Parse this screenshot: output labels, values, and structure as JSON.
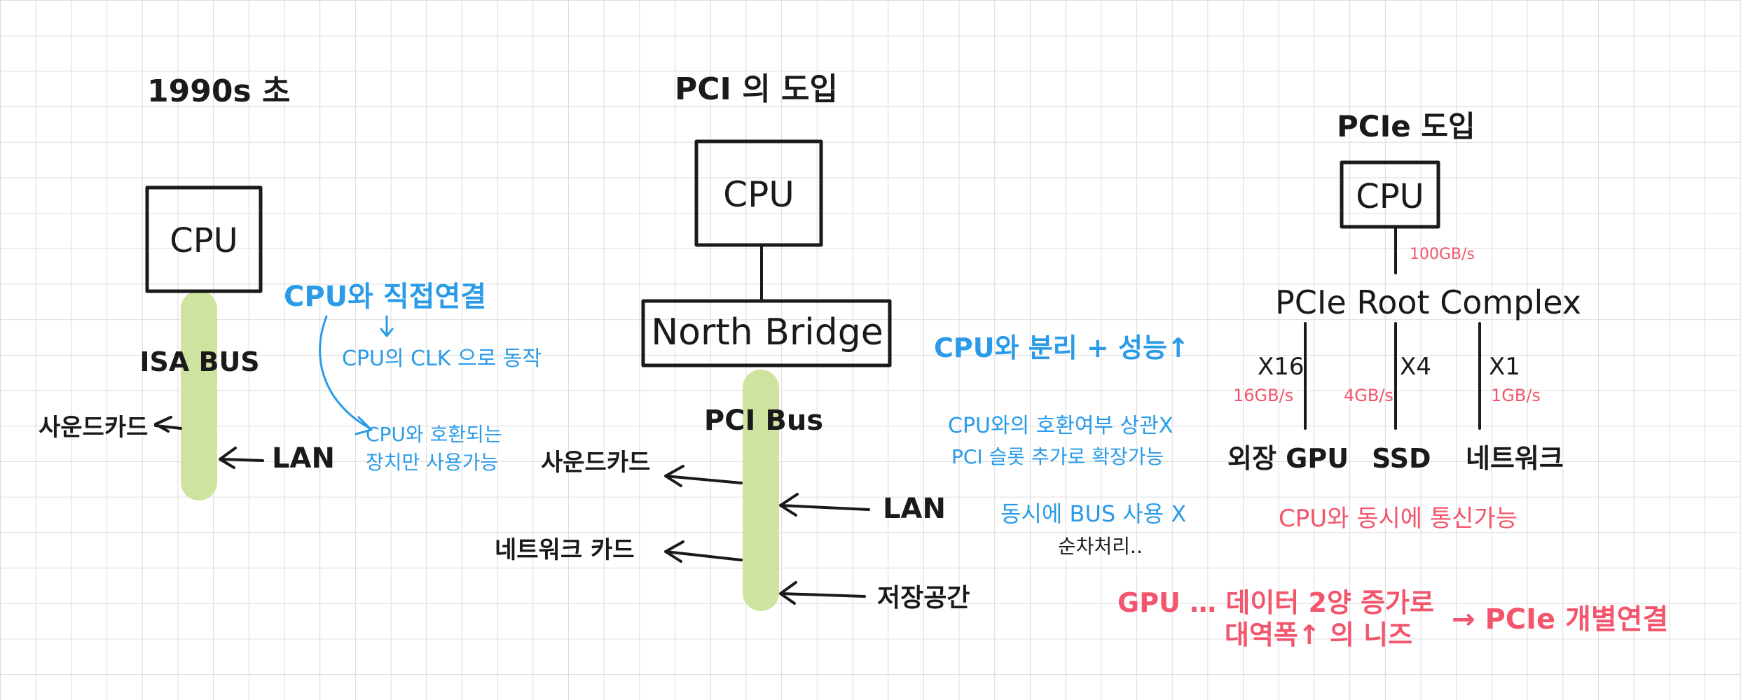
{
  "sections": {
    "isa": {
      "title": "1990s 초",
      "cpu": "CPU",
      "bus": "ISA BUS",
      "devices": [
        "사운드카드",
        "LAN"
      ],
      "note_main": "CPU와 직접연결",
      "note_sub1": "CPU의 CLK 으로 동작",
      "note_sub2_line1": "CPU와 호환되는",
      "note_sub2_line2": "장치만 사용가능"
    },
    "pci": {
      "title": "PCI 의 도입",
      "cpu": "CPU",
      "bridge": "North Bridge",
      "bus": "PCI Bus",
      "devices": [
        "사운드카드",
        "LAN",
        "네트워크 카드",
        "저장공간"
      ],
      "note_main": "CPU와 분리 + 성능↑",
      "note_sub1_line1": "CPU와의 호환여부 상관X",
      "note_sub1_line2": "PCI 슬롯 추가로 확장가능",
      "note_sub2_line1": "동시에 BUS 사용 X",
      "note_sub2_line2": "순차처리.."
    },
    "pcie": {
      "title": "PCIe 도입",
      "cpu": "CPU",
      "cpu_bw": "100GB/s",
      "root": "PCIe Root Complex",
      "lanes": [
        {
          "width": "X16",
          "speed": "16GB/s",
          "device": "외장 GPU"
        },
        {
          "width": "X4",
          "speed": "4GB/s",
          "device": "SSD"
        },
        {
          "width": "X1",
          "speed": "1GB/s",
          "device": "네트워크"
        }
      ],
      "note": "CPU와 동시에 통신가능",
      "gpu_line1": "GPU … 데이터 2양 증가로",
      "gpu_line2": "대역폭↑ 의 니즈",
      "gpu_result": "→ PCIe 개별연결"
    }
  },
  "colors": {
    "ink": "#1a1a1a",
    "blue": "#2a9be8",
    "red": "#f2556c",
    "bus": "#cfe3a0",
    "grid": "#dcdcdc"
  }
}
